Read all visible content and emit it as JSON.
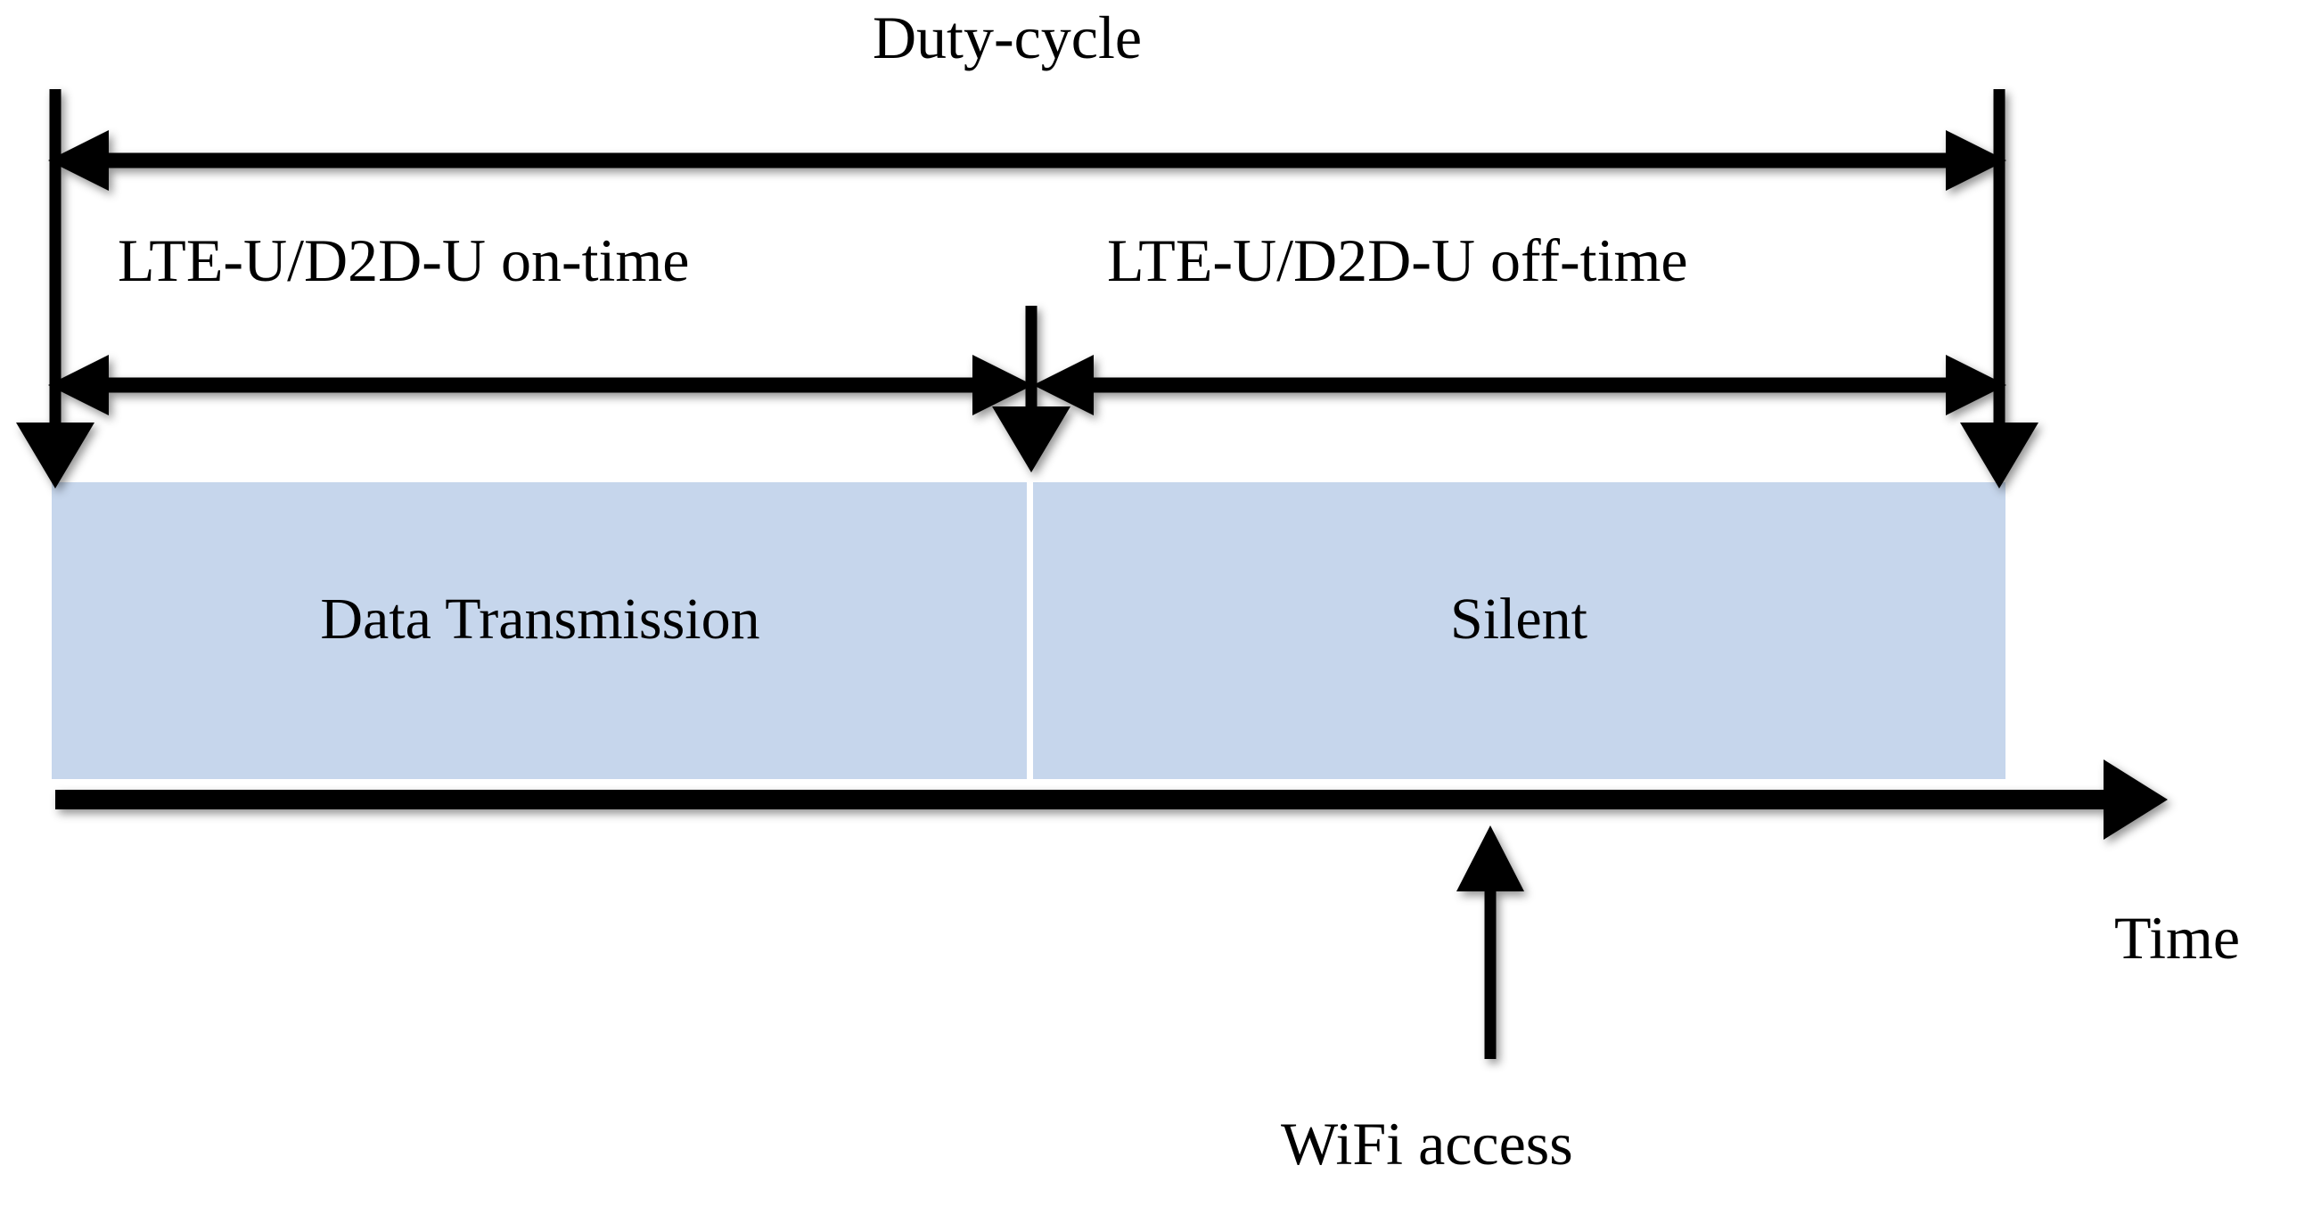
{
  "diagram": {
    "title": "LTE-U/D2D-U duty-cycle timeline",
    "colors": {
      "block_fill": "#c6d6ec",
      "stroke": "#000000",
      "background": "#ffffff"
    },
    "labels": {
      "duty_cycle": "Duty-cycle",
      "on_time": "LTE-U/D2D-U  on-time",
      "off_time": "LTE-U/D2D-U  off-time",
      "data_transmission": "Data Transmission",
      "silent": "Silent",
      "wifi_access": "WiFi access",
      "time_axis": "Time"
    },
    "blocks": [
      {
        "name": "data-transmission",
        "label": "Data Transmission",
        "phase": "on-time"
      },
      {
        "name": "silent",
        "label": "Silent",
        "phase": "off-time"
      }
    ],
    "measures": [
      {
        "name": "duty-cycle",
        "label": "Duty-cycle",
        "span": "full",
        "arrow": "double"
      },
      {
        "name": "on-time",
        "label": "LTE-U/D2D-U  on-time",
        "span": "left-half",
        "arrow": "double"
      },
      {
        "name": "off-time",
        "label": "LTE-U/D2D-U  off-time",
        "span": "right-half",
        "arrow": "double"
      }
    ],
    "axis": {
      "name": "time-axis",
      "label": "Time",
      "direction": "right"
    },
    "annotations": [
      {
        "name": "wifi-access",
        "label": "WiFi access",
        "points_to": "time-axis",
        "direction": "up"
      }
    ]
  }
}
